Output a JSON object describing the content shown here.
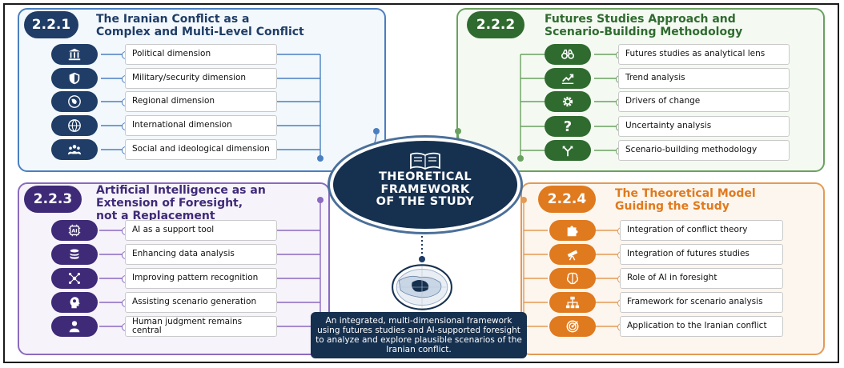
{
  "center": {
    "title_lines": [
      "THEORETICAL",
      "FRAMEWORK",
      "OF THE STUDY"
    ]
  },
  "summary": "An integrated, multi-dimensional framework using futures studies and AI-supported foresight to analyze and explore plausible scenarios of the Iranian conflict.",
  "sections": [
    {
      "number": "2.2.1",
      "title_lines": [
        "The Iranian Conflict as a",
        "Complex and Multi-Level Conflict"
      ],
      "color": "#1f3d66",
      "items": [
        {
          "label": "Political dimension",
          "icon": "government-building-icon"
        },
        {
          "label": "Military/security dimension",
          "icon": "shield-icon"
        },
        {
          "label": "Regional dimension",
          "icon": "regional-map-icon"
        },
        {
          "label": "International dimension",
          "icon": "globe-icon"
        },
        {
          "label": "Social and ideological dimension",
          "icon": "people-group-icon"
        }
      ]
    },
    {
      "number": "2.2.2",
      "title_lines": [
        "Futures Studies Approach and",
        "Scenario-Building Methodology"
      ],
      "color": "#2f6b2f",
      "items": [
        {
          "label": "Futures studies as analytical lens",
          "icon": "binoculars-icon"
        },
        {
          "label": "Trend analysis",
          "icon": "trend-chart-icon"
        },
        {
          "label": "Drivers of change",
          "icon": "gear-icon"
        },
        {
          "label": "Uncertainty analysis",
          "icon": "question-mark-icon"
        },
        {
          "label": "Scenario-building methodology",
          "icon": "branching-arrows-icon"
        }
      ]
    },
    {
      "number": "2.2.3",
      "title_lines": [
        "Artificial Intelligence as an",
        "Extension of Foresight,",
        "not a Replacement"
      ],
      "color": "#3f2a78",
      "items": [
        {
          "label": "AI as a support tool",
          "icon": "ai-chip-icon"
        },
        {
          "label": "Enhancing data analysis",
          "icon": "database-icon"
        },
        {
          "label": "Improving pattern recognition",
          "icon": "network-pattern-icon"
        },
        {
          "label": "Assisting scenario generation",
          "icon": "head-gear-icon"
        },
        {
          "label": "Human judgment remains central",
          "icon": "person-icon"
        }
      ]
    },
    {
      "number": "2.2.4",
      "title_lines": [
        "The Theoretical Model",
        "Guiding the Study"
      ],
      "color": "#e07a1f",
      "items": [
        {
          "label": "Integration of conflict theory",
          "icon": "puzzle-icon"
        },
        {
          "label": "Integration of futures studies",
          "icon": "telescope-icon"
        },
        {
          "label": "Role of AI in foresight",
          "icon": "brain-icon"
        },
        {
          "label": "Framework for scenario analysis",
          "icon": "hierarchy-icon"
        },
        {
          "label": "Application to the Iranian conflict",
          "icon": "target-icon"
        }
      ]
    }
  ]
}
